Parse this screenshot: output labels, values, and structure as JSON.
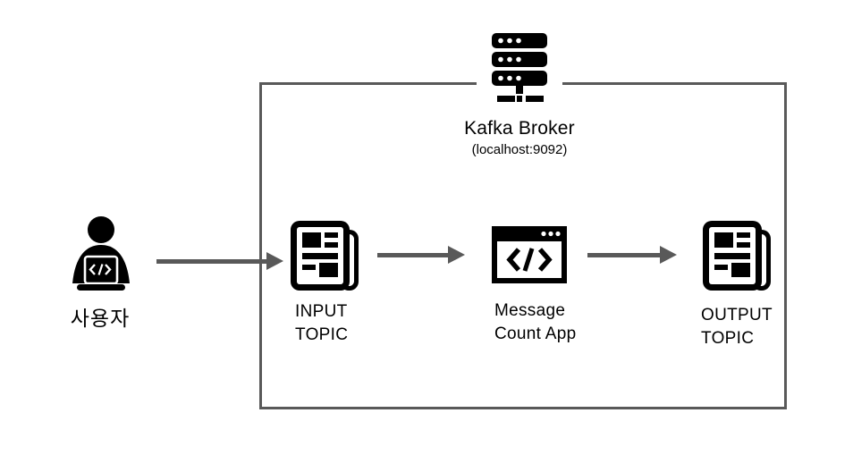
{
  "colors": {
    "background": "#ffffff",
    "icon": "#000000",
    "connector": "#595959",
    "box_border": "#595959",
    "text": "#000000"
  },
  "broker": {
    "title": "Kafka Broker",
    "subtitle": "(localhost:9092)",
    "icon": "server-icon"
  },
  "user": {
    "label": "사용자",
    "icon": "person-laptop-icon"
  },
  "nodes": [
    {
      "id": "input-topic",
      "icon": "newspaper-icon",
      "label_lines": [
        "INPUT",
        "TOPIC"
      ]
    },
    {
      "id": "message-count-app",
      "icon": "code-window-icon",
      "label_lines": [
        "Message",
        "Count App"
      ]
    },
    {
      "id": "output-topic",
      "icon": "newspaper-icon",
      "label_lines": [
        "OUTPUT",
        "TOPIC"
      ]
    }
  ],
  "flow": [
    {
      "from": "user",
      "to": "input-topic"
    },
    {
      "from": "input-topic",
      "to": "message-count-app"
    },
    {
      "from": "message-count-app",
      "to": "output-topic"
    }
  ]
}
